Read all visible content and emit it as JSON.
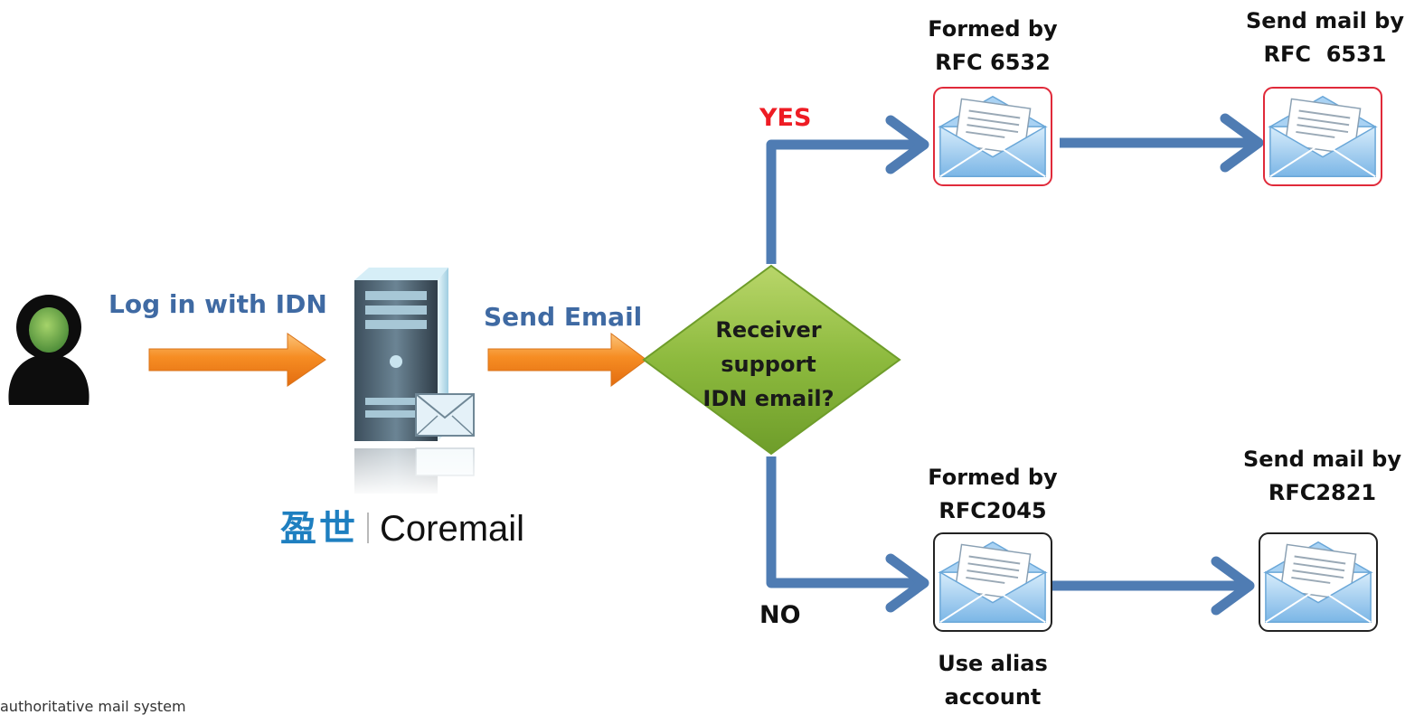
{
  "flow": {
    "login_label": "Log in with IDN",
    "send_label": "Send Email",
    "decision": [
      "Receiver",
      "support",
      "IDN email?"
    ],
    "yes_label": "YES",
    "no_label": "NO",
    "yes_formed": [
      "Formed by",
      "RFC 6532"
    ],
    "yes_send": [
      "Send mail by",
      "RFC  6531"
    ],
    "no_formed": [
      "Formed by",
      "RFC2045"
    ],
    "no_send": [
      "Send mail by",
      "RFC2821"
    ],
    "alias_note": [
      "Use alias",
      "account"
    ]
  },
  "brand": {
    "chinese": "盈世",
    "english": "Coremail"
  },
  "footnote": "authoritative mail system",
  "icons": {
    "user": "user-icon",
    "server": "mail-server-icon",
    "envelope": "open-envelope-icon"
  },
  "colors": {
    "connector_blue": "#4f7cb3",
    "orange_arrow": "#f79a2b",
    "decision_green": "#8dba3e",
    "label_blue": "#3f6aa3",
    "yes_red": "#ee1c24",
    "yes_box_border": "#e02a3a",
    "no_box_border": "#222222"
  }
}
